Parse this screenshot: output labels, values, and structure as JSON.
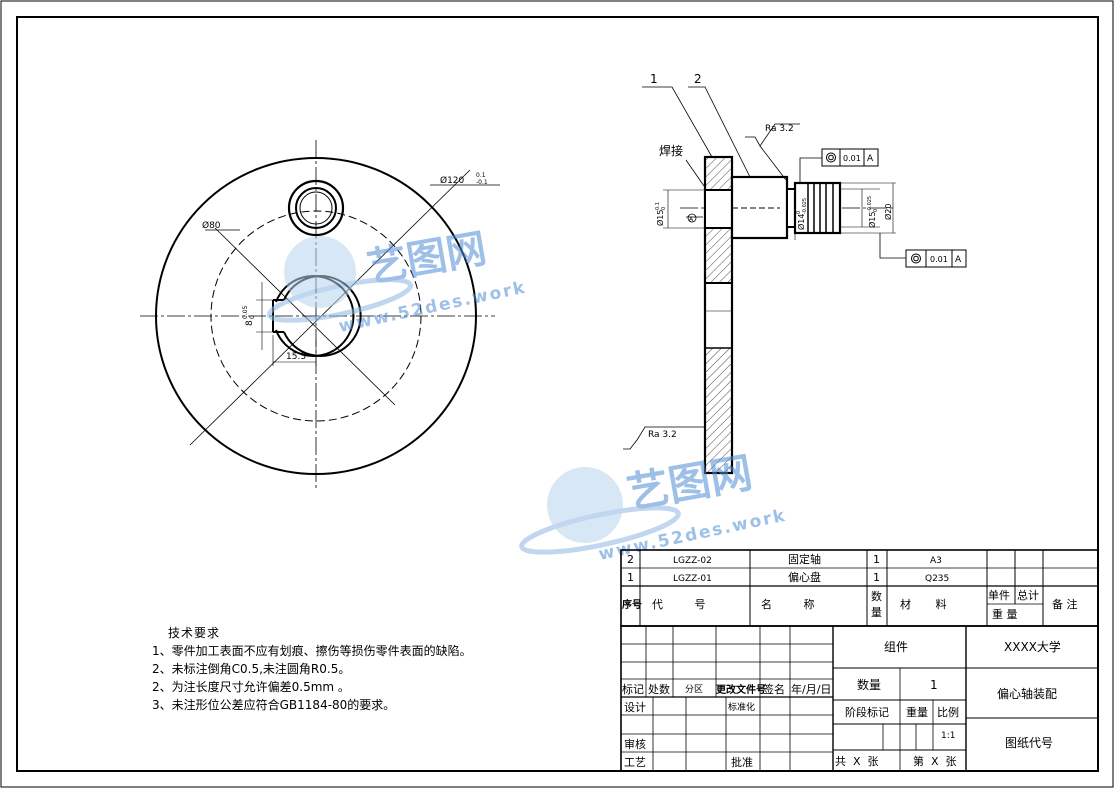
{
  "drawing": {
    "dim_top_dia": "Ø120",
    "dim_top_tol_upper": "0.1",
    "dim_top_tol_lower": "-0.1",
    "dim_bolt_circle": "Ø80",
    "dim_key_width": "8",
    "dim_key_tol_upper": "0.05",
    "dim_key_tol_lower": "0",
    "dim_key_depth": "15.3",
    "balloon_1": "1",
    "balloon_2": "2",
    "weld_label": "焊接",
    "ra_top": "Ra 3.2",
    "ra_bottom": "Ra 3.2",
    "gtol_top_value": "0.01",
    "gtol_top_datum": "A",
    "gtol_bottom_value": "0.01",
    "gtol_bottom_datum": "A",
    "datum_symbol": "A",
    "dim_shaft_15_left": "Ø15",
    "dim_shaft_15_left_tol": "0.1",
    "dim_shaft_15_left_tol2": "0",
    "dim_shaft_14": "Ø14",
    "dim_shaft_14_tol": "0",
    "dim_shaft_14_tol2": "-0.025",
    "dim_shaft_15_right": "Ø15",
    "dim_shaft_15_right_tol": "-0.025",
    "dim_shaft_15_right_tol2": "0",
    "dim_shaft_20": "Ø20"
  },
  "watermark": {
    "cn": "艺图网",
    "url": "www.52des.work"
  },
  "tech_requirements": {
    "title": "技术要求",
    "items": [
      "1、零件加工表面不应有划痕、擦伤等损伤零件表面的缺陷。",
      "2、未标注倒角C0.5,未注圆角R0.5。",
      "2、为注长度尺寸允许偏差0.5mm 。",
      "3、未注形位公差应符合GB1184-80的要求。"
    ]
  },
  "bom": {
    "rows": [
      {
        "no": "2",
        "code": "LGZZ-02",
        "name": "固定轴",
        "qty": "1",
        "material": "A3"
      },
      {
        "no": "1",
        "code": "LGZZ-01",
        "name": "偏心盘",
        "qty": "1",
        "material": "Q235"
      }
    ],
    "header": {
      "no": "序号",
      "code": "代 号",
      "name": "名 称",
      "qty": "数量",
      "material": "材 料",
      "unit": "单件",
      "total": "总计",
      "weight": "重 量",
      "remark": "备 注"
    }
  },
  "title_block": {
    "mark": "标记",
    "count": "处数",
    "zone": "分区",
    "change_doc": "更改文件号",
    "sign": "签名",
    "date": "年/月/日",
    "design": "设计",
    "standard": "标准化",
    "check": "审核",
    "process": "工艺",
    "approve": "批准",
    "group": "组件",
    "school": "XXXX大学",
    "quantity_label": "数量",
    "quantity_value": "1",
    "drawing_name": "偏心轴装配",
    "stage": "阶段标记",
    "weight": "重量",
    "scale_label": "比例",
    "scale_value": "1:1",
    "sheet_total": "共 X 张",
    "sheet_no": "第 X 张",
    "drawing_code": "图纸代号"
  }
}
